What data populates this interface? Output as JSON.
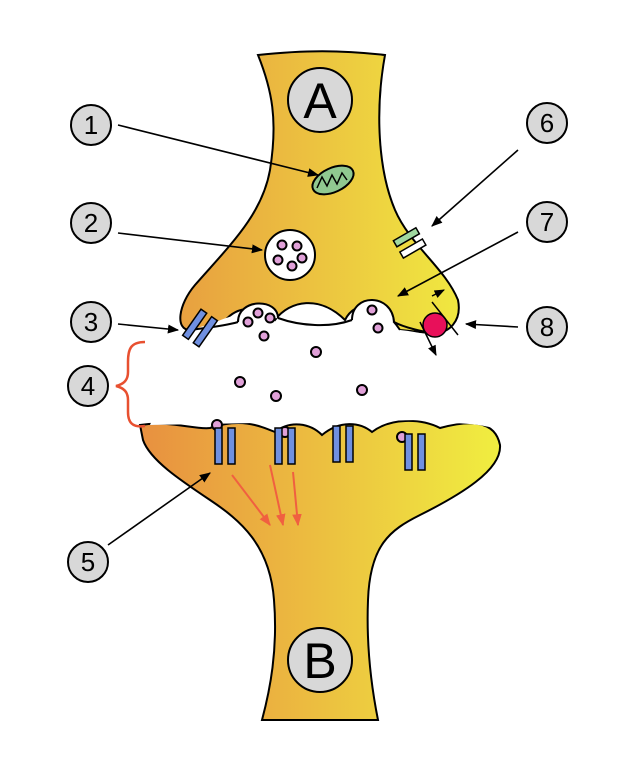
{
  "terminals": {
    "presynaptic": "A",
    "postsynaptic": "B"
  },
  "callouts": [
    "1",
    "2",
    "3",
    "4",
    "5",
    "6",
    "7",
    "8"
  ],
  "colors": {
    "neuron_left": "#e8a040",
    "neuron_right": "#f0e840",
    "outline": "#000000",
    "label_fill": "#d8d8d8",
    "mitochondrion": "#90c890",
    "vesicle_dot": "#e0a0d8",
    "receptor": "#7090e0",
    "autoreceptor": "#a0d8a0",
    "transporter": "#e8105a",
    "cleft_bracket": "#e85030",
    "signal_arrow": "#f06040"
  }
}
